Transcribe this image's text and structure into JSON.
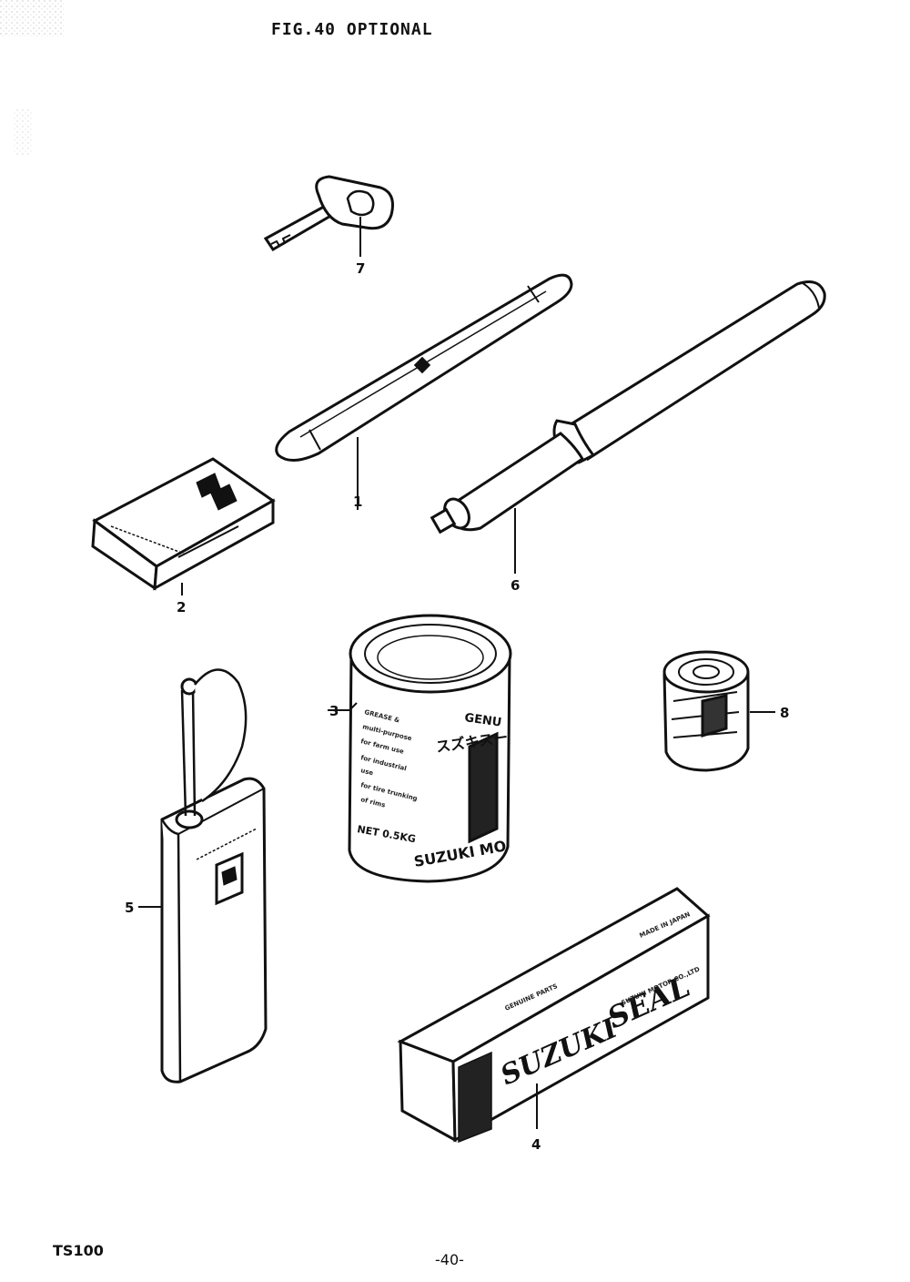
{
  "header": {
    "figure_title": "FIG.40 OPTIONAL"
  },
  "footer": {
    "model": "TS100",
    "page_number": "-40-"
  },
  "callouts": [
    {
      "id": "1",
      "part": "tire-lever"
    },
    {
      "id": "2",
      "part": "tire-repair-kit-box"
    },
    {
      "id": "3",
      "part": "grease-can"
    },
    {
      "id": "4",
      "part": "suzuki-seal-box"
    },
    {
      "id": "5",
      "part": "oil-can"
    },
    {
      "id": "6",
      "part": "tire-pump"
    },
    {
      "id": "7",
      "part": "key"
    },
    {
      "id": "8",
      "part": "small-tin"
    }
  ],
  "labels": {
    "seal_brand_1": "SUZUKI",
    "seal_brand_2": "SEAL",
    "seal_genuine": "GENUINE PARTS",
    "seal_made_in": "MADE IN JAPAN",
    "seal_maker": "SUZUKI MOTOR CO.,LTD",
    "can_genuine": "GENU",
    "can_katakana": "スズキスー",
    "can_brand": "SUZUKI MO",
    "can_text_1": "GREASE &",
    "can_text_2": "multi-purpose",
    "can_text_3": "for farm use",
    "can_text_4": "for industrial",
    "can_text_5": "use",
    "can_text_6": "for tire trunking",
    "can_text_7": "of rims",
    "can_kg": "NET 0.5KG"
  },
  "colors": {
    "ink": "#111111",
    "paper": "#ffffff"
  }
}
